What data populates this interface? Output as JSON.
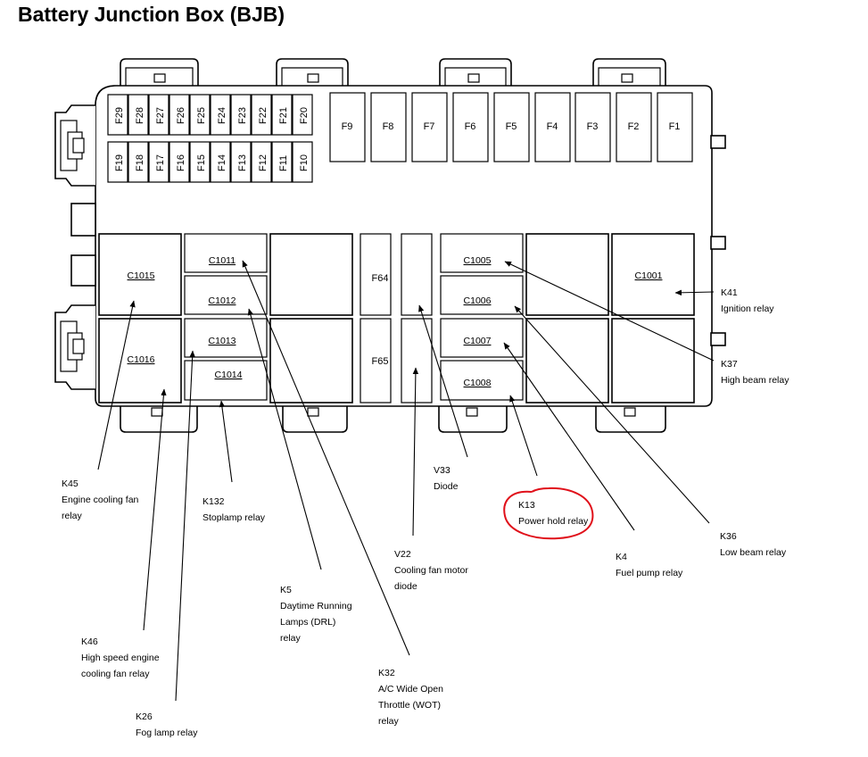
{
  "title": "Battery Junction Box (BJB)",
  "small_fuses_top": [
    "F29",
    "F28",
    "F27",
    "F26",
    "F25",
    "F24",
    "F23",
    "F22",
    "F21",
    "F20"
  ],
  "small_fuses_bottom": [
    "F19",
    "F18",
    "F17",
    "F16",
    "F15",
    "F14",
    "F13",
    "F12",
    "F11",
    "F10"
  ],
  "large_fuses": [
    "F9",
    "F8",
    "F7",
    "F6",
    "F5",
    "F4",
    "F3",
    "F2",
    "F1"
  ],
  "connectors": [
    {
      "id": "c1015",
      "text": "C1015"
    },
    {
      "id": "c1016",
      "text": "C1016"
    },
    {
      "id": "c1011",
      "text": "C1011"
    },
    {
      "id": "c1012",
      "text": "C1012"
    },
    {
      "id": "c1013",
      "text": "C1013"
    },
    {
      "id": "c1014",
      "text": "C1014"
    },
    {
      "id": "c1005",
      "text": "C1005"
    },
    {
      "id": "c1006",
      "text": "C1006"
    },
    {
      "id": "c1007",
      "text": "C1007"
    },
    {
      "id": "c1008",
      "text": "C1008"
    },
    {
      "id": "c1001",
      "text": "C1001"
    }
  ],
  "mid_fuses": [
    "F64",
    "F65"
  ],
  "callouts": [
    {
      "id": "k41",
      "lines": [
        "K41",
        "Ignition relay"
      ]
    },
    {
      "id": "k37",
      "lines": [
        "K37",
        "High beam relay"
      ]
    },
    {
      "id": "k36",
      "lines": [
        "K36",
        "Low beam relay"
      ]
    },
    {
      "id": "k4",
      "lines": [
        "K4",
        "Fuel pump relay"
      ]
    },
    {
      "id": "k13",
      "lines": [
        "K13",
        "Power hold relay"
      ],
      "highlighted": true
    },
    {
      "id": "v33",
      "lines": [
        "V33",
        "Diode"
      ]
    },
    {
      "id": "v22",
      "lines": [
        "V22",
        "Cooling fan motor",
        "diode"
      ]
    },
    {
      "id": "k32",
      "lines": [
        "K32",
        "A/C Wide Open",
        "Throttle (WOT)",
        "relay"
      ]
    },
    {
      "id": "k5",
      "lines": [
        "K5",
        "Daytime Running",
        "Lamps (DRL)",
        "relay"
      ]
    },
    {
      "id": "k132",
      "lines": [
        "K132",
        "Stoplamp relay"
      ]
    },
    {
      "id": "k46",
      "lines": [
        "K46",
        "High speed engine",
        "cooling fan relay"
      ]
    },
    {
      "id": "k26",
      "lines": [
        "K26",
        "Fog lamp relay"
      ]
    },
    {
      "id": "k45",
      "lines": [
        "K45",
        "Engine cooling fan",
        "relay"
      ]
    }
  ],
  "colors": {
    "highlight": "#e0101a"
  }
}
